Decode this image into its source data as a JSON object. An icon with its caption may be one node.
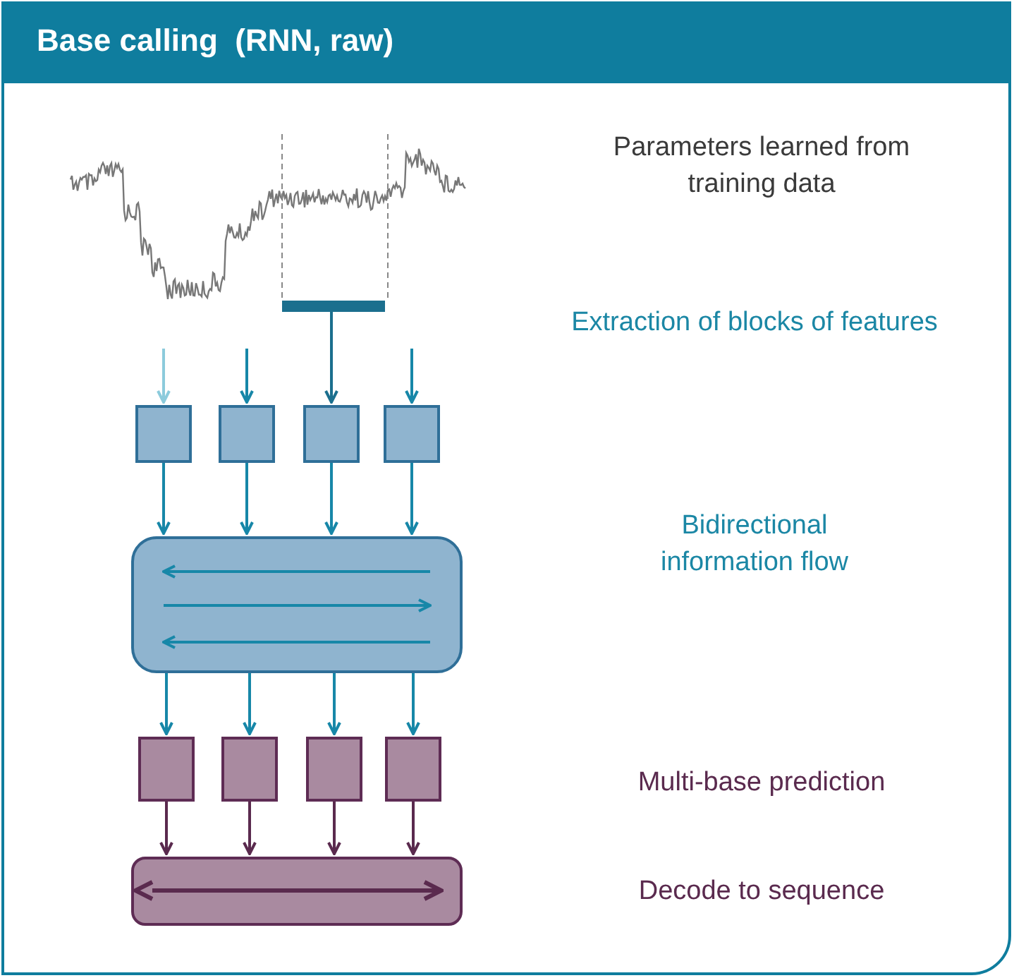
{
  "diagram": {
    "title": "Base calling  (RNN, raw)",
    "nodes": [
      {
        "text": [],
        "shape": "bar"
      },
      {
        "text": [],
        "shape": "box"
      },
      {
        "text": [],
        "shape": "box"
      },
      {
        "text": [],
        "shape": "box"
      },
      {
        "text": [],
        "shape": "box"
      },
      {
        "text": [],
        "shape": "box"
      },
      {
        "text": [],
        "shape": "box"
      },
      {
        "text": [],
        "shape": "box"
      },
      {
        "text": [],
        "shape": "box"
      },
      {
        "text": [],
        "shape": "box"
      },
      {
        "text": [],
        "shape": "box"
      }
    ],
    "edges": [
      {
        "from": null,
        "to": 1,
        "arrow": "to",
        "color": "#8ccbdc"
      },
      {
        "from": null,
        "to": 2,
        "arrow": "to"
      },
      {
        "from": 0,
        "to": 3,
        "arrow": "to",
        "color": "#1b6f8e"
      },
      {
        "from": null,
        "to": 4,
        "arrow": "to"
      },
      {
        "from": 1,
        "to": 5,
        "arrow": "to"
      },
      {
        "from": 2,
        "to": 5,
        "arrow": "to"
      },
      {
        "from": 3,
        "to": 5,
        "arrow": "to"
      },
      {
        "from": 4,
        "to": 5,
        "arrow": "to"
      },
      {
        "from": 5,
        "to": 6,
        "arrow": "to"
      },
      {
        "from": 5,
        "to": 7,
        "arrow": "to"
      },
      {
        "from": 5,
        "to": 8,
        "arrow": "to"
      },
      {
        "from": 5,
        "to": 9,
        "arrow": "to"
      },
      {
        "from": 6,
        "to": 10,
        "arrow": "to",
        "color": "#5a2a4e"
      },
      {
        "from": 7,
        "to": 10,
        "arrow": "to",
        "color": "#5a2a4e"
      },
      {
        "from": 8,
        "to": 10,
        "arrow": "to",
        "color": "#5a2a4e"
      },
      {
        "from": 9,
        "to": 10,
        "arrow": "to",
        "color": "#5a2a4e"
      }
    ],
    "labels": [
      "Parameters learned from training data",
      "Extraction of blocks of features",
      "Bidirectional information flow",
      "Multi-base prediction",
      "Decode to sequence"
    ]
  }
}
